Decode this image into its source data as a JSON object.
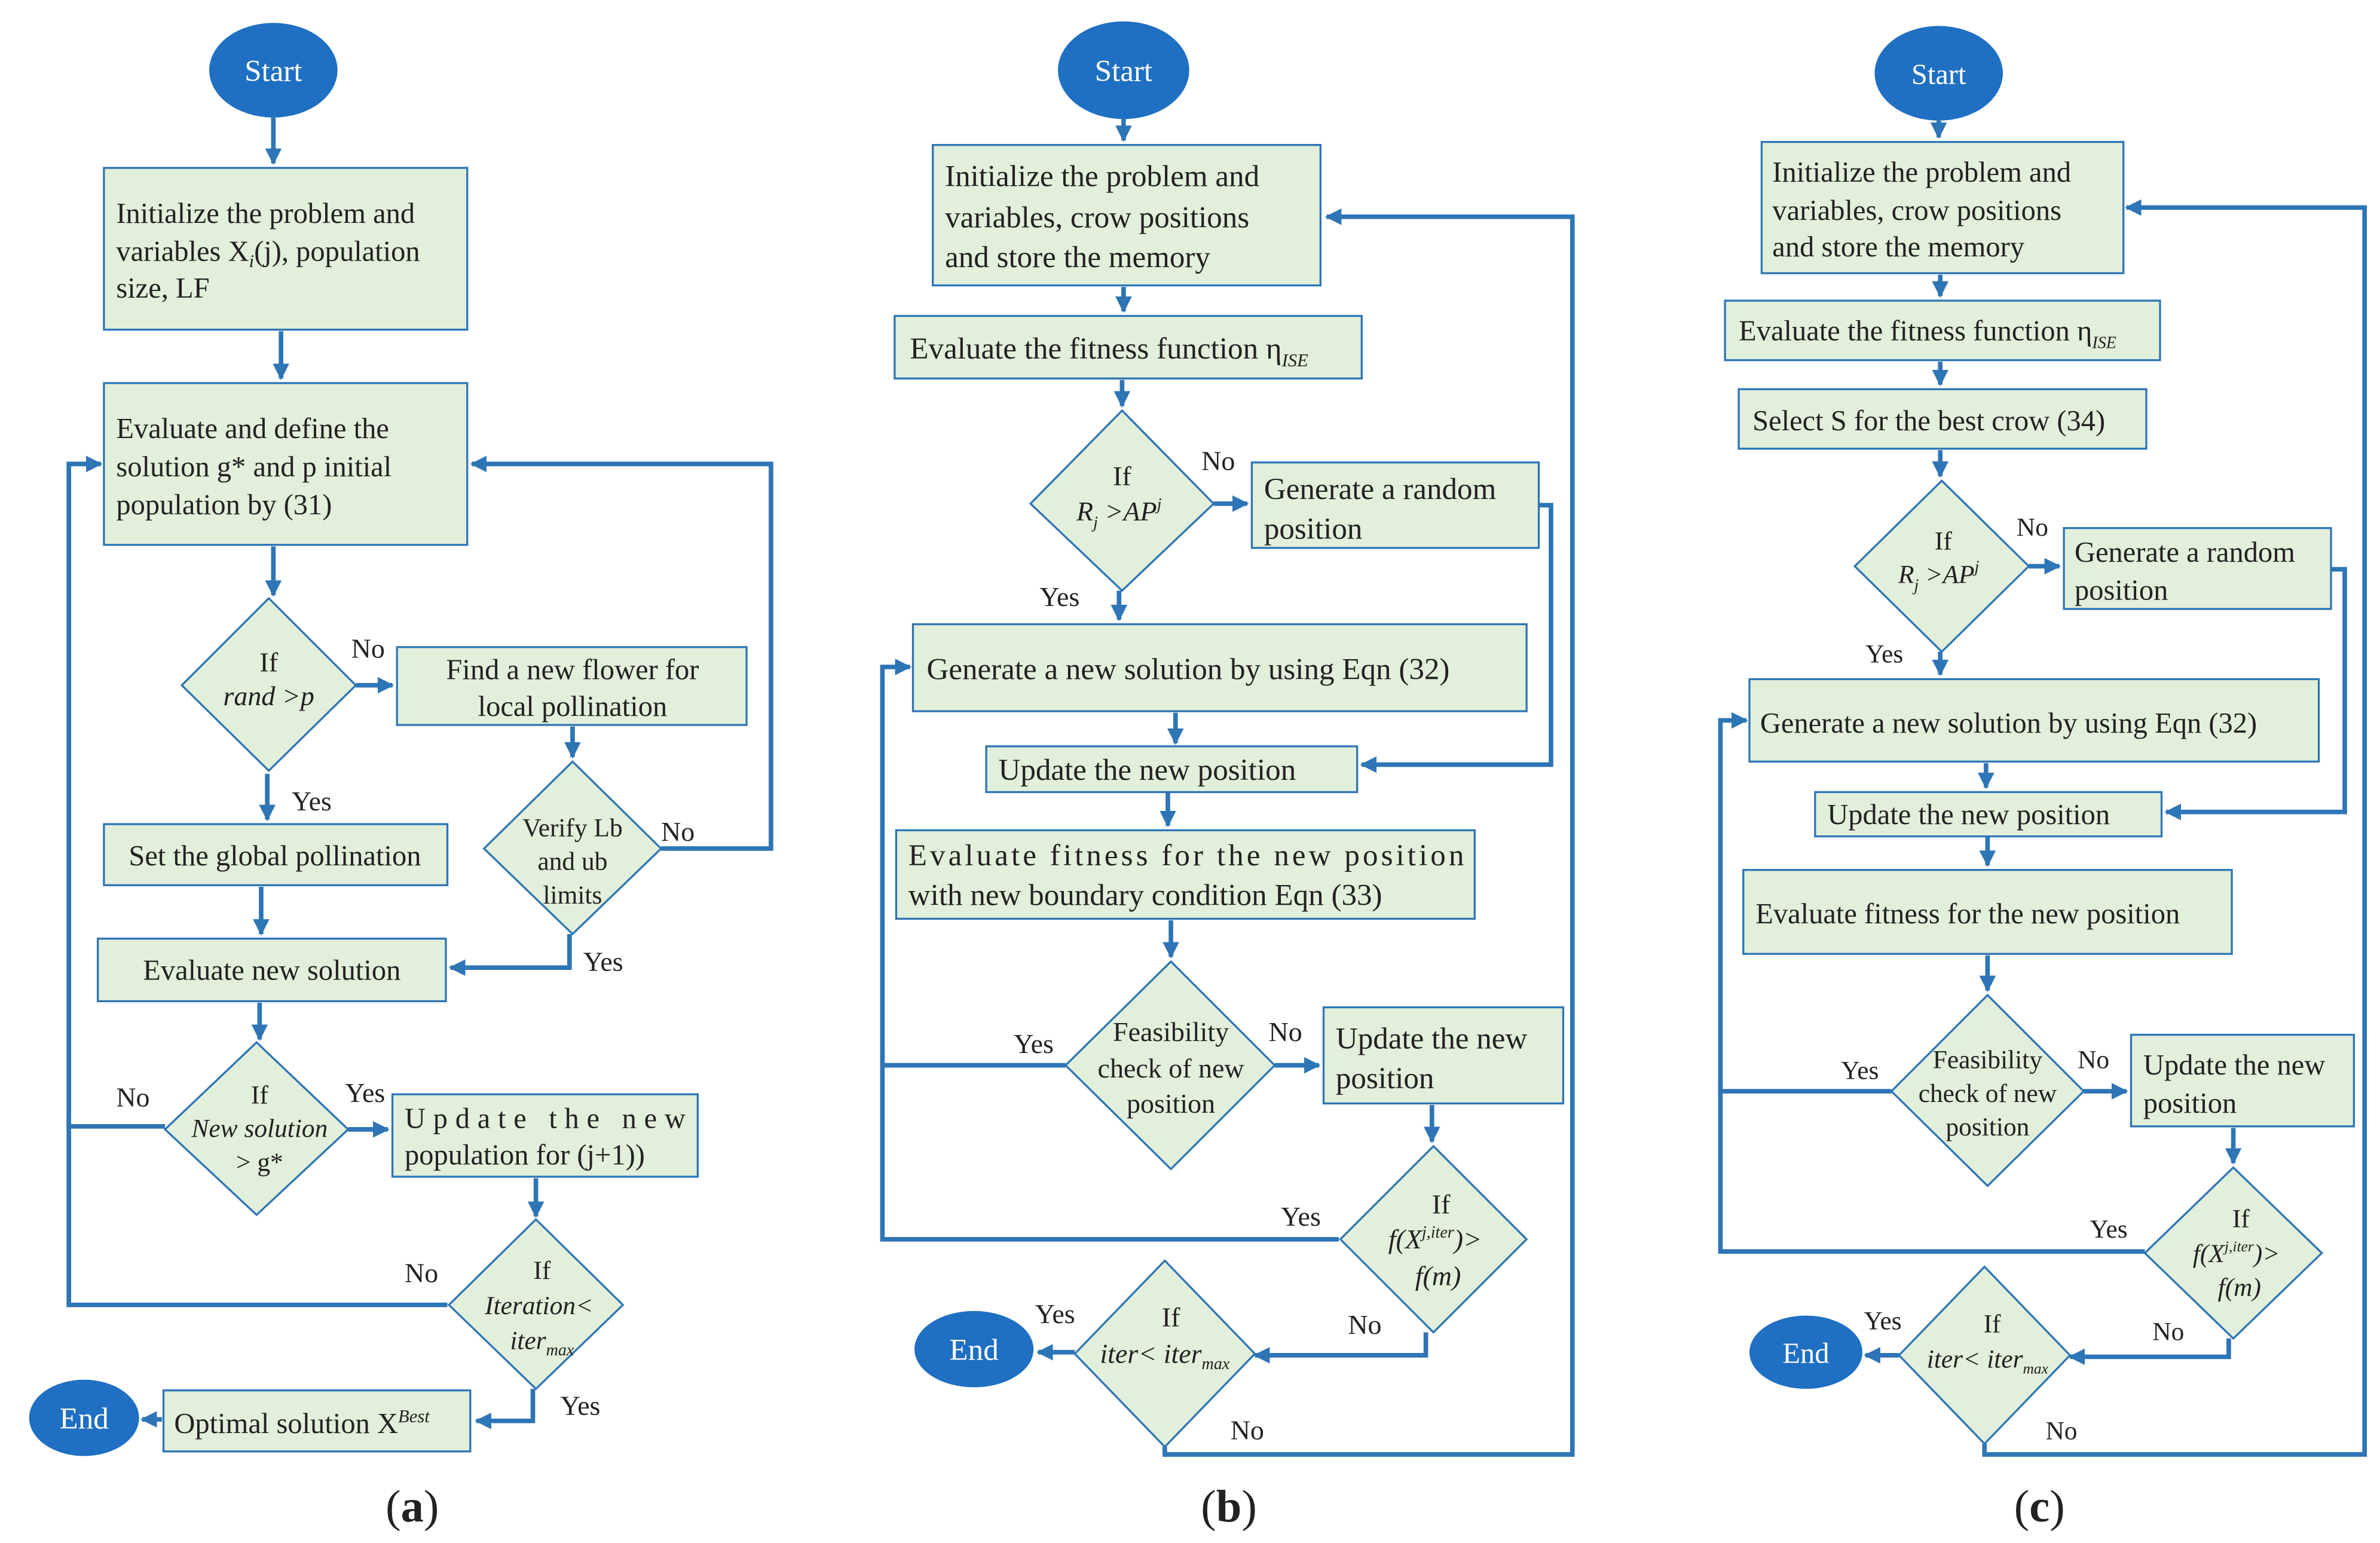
{
  "colors": {
    "box_fill": "#e2efda",
    "box_stroke": "#2e75b6",
    "terminal_fill": "#1f6fc2",
    "arrow": "#2e75b6"
  },
  "panel_a": {
    "caption_open": "(",
    "caption_letter": "a",
    "caption_close": ")",
    "start": "Start",
    "init_line1": "Initialize the problem and",
    "init_line2a": "variables X",
    "init_line2_sub": "i",
    "init_line2b": "(j), population",
    "init_line3": "size, LF",
    "eval_line1": "Evaluate and define the",
    "eval_line2": "solution g* and p initial",
    "eval_line3": "population by (31)",
    "d1_line1": "If",
    "d1_line2": "rand >p",
    "no1": "No",
    "find_line1": "Find a new flower for",
    "find_line2": "local pollination",
    "yes1": "Yes",
    "global": "Set the global pollination",
    "verify_line1": "Verify Lb",
    "verify_line2": "and ub",
    "verify_line3": "limits",
    "no2": "No",
    "yes2": "Yes",
    "eval_new": "Evaluate new solution",
    "d3_line1": "If",
    "d3_line2": "New solution",
    "d3_line3": "> g*",
    "no3": "No",
    "yes3": "Yes",
    "update_line1": "Update the new",
    "update_line2": "population for (j+1))",
    "d4_line1": "If",
    "d4_line2": "Iteration<",
    "d4_line3": "iter",
    "d4_sub": "max",
    "no4": "No",
    "yes4": "Yes",
    "end": "End",
    "optimal": "Optimal solution X",
    "optimal_sup": "Best"
  },
  "panel_b": {
    "caption_open": "(",
    "caption_letter": "b",
    "caption_close": ")",
    "start": "Start",
    "init_line1": "Initialize the problem and",
    "init_line2": "variables, crow positions",
    "init_line3": "and store the memory",
    "fitness": "Evaluate the fitness function η",
    "fitness_sub": "ISE",
    "d1_line1": "If",
    "d1_line2a": "R",
    "d1_line2_sub": "j",
    "d1_line2b": " >AP",
    "d1_line2_sup": "j",
    "no1": "No",
    "random_line1": "Generate a random",
    "random_line2": "position",
    "yes1": "Yes",
    "gen_new": "Generate a new solution by using Eqn (32)",
    "update_pos": "Update the new position",
    "evalfit_line1": "Evaluate fitness for the new position",
    "evalfit_line2": "with new boundary condition Eqn (33)",
    "feas_line1": "Feasibility",
    "feas_line2": "check of new",
    "feas_line3": "position",
    "yes2": "Yes",
    "no2": "No",
    "update2_line1": "Update the new",
    "update2_line2": "position",
    "d3_line1": "If",
    "d3_line2a": "f(X",
    "d3_line2_sup": "j,iter",
    "d3_line2b": ")>",
    "d3_line3": "f(m)",
    "yes3": "Yes",
    "no3": "No",
    "d4_line1": "If",
    "d4_line2": "iter< iter",
    "d4_sub": "max",
    "yes4": "Yes",
    "no4": "No",
    "end": "End"
  },
  "panel_c": {
    "caption_open": "(",
    "caption_letter": "c",
    "caption_close": ")",
    "start": "Start",
    "init_line1": "Initialize the problem and",
    "init_line2": "variables, crow positions",
    "init_line3": "and store the memory",
    "fitness": "Evaluate the fitness function η",
    "fitness_sub": "ISE",
    "select": "Select S for the best crow (34)",
    "d1_line1": "If",
    "d1_line2a": "R",
    "d1_line2_sub": "j",
    "d1_line2b": " >AP",
    "d1_line2_sup": "j",
    "no1": "No",
    "random_line1": "Generate a random",
    "random_line2": "position",
    "yes1": "Yes",
    "gen_new": "Generate a new solution by using Eqn (32)",
    "update_pos": "Update the new position",
    "evalfit": "Evaluate fitness for the new position",
    "feas_line1": "Feasibility",
    "feas_line2": "check of new",
    "feas_line3": "position",
    "yes2": "Yes",
    "no2": "No",
    "update2_line1": "Update the new",
    "update2_line2": "position",
    "d3_line1": "If",
    "d3_line2a": "f(X",
    "d3_line2_sup": "j,iter",
    "d3_line2b": ")>",
    "d3_line3": "f(m)",
    "yes3": "Yes",
    "no3": "No",
    "d4_line1": "If",
    "d4_line2": "iter< iter",
    "d4_sub": "max",
    "yes4": "Yes",
    "no4": "No",
    "end": "End"
  }
}
